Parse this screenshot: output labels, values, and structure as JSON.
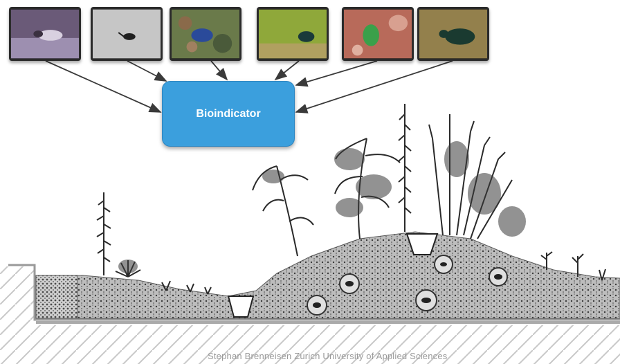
{
  "diagram": {
    "center_label": "Bioindicator",
    "credit": "Stephan Brenneisen Zurich University of Applied Sciences",
    "accent_color": "#3b9fdd",
    "photos": [
      {
        "name": "photo-insect-1",
        "bg": "#6a5a78",
        "fg": "#d8d0e0"
      },
      {
        "name": "photo-insect-2",
        "bg": "#cfcfcf",
        "fg": "#202020"
      },
      {
        "name": "photo-insect-3",
        "bg": "#6a7a4a",
        "fg": "#2a4a9a"
      },
      {
        "name": "photo-beetle-4",
        "bg": "#8fa83a",
        "fg": "#1a3a3a"
      },
      {
        "name": "photo-beetle-5",
        "bg": "#b86a5a",
        "fg": "#3aa04a"
      },
      {
        "name": "photo-beetle-6",
        "bg": "#8a7a4a",
        "fg": "#1a3a30"
      }
    ]
  }
}
